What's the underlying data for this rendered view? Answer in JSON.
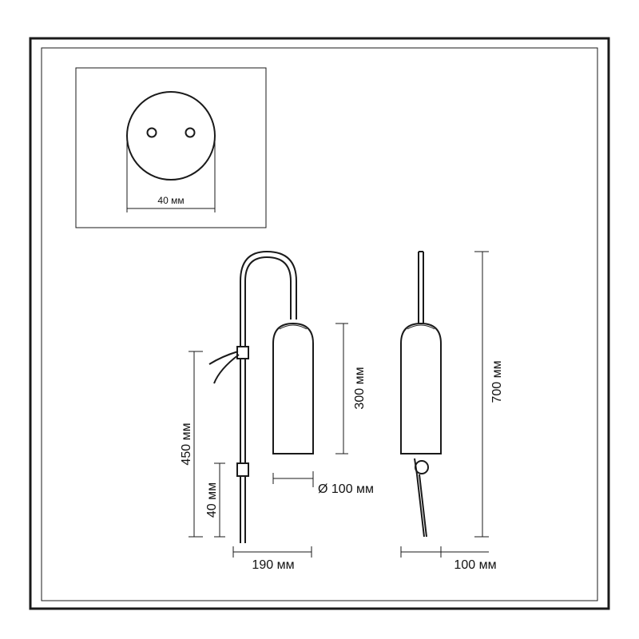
{
  "dimensions": {
    "base_width": "40 мм",
    "wall_height": "450 мм",
    "bracket_offset": "40 мм",
    "shade_height": "300 мм",
    "shade_diameter": "Ø 100 мм",
    "depth": "190 мм",
    "total_height": "700 мм",
    "side_width": "100 мм"
  }
}
